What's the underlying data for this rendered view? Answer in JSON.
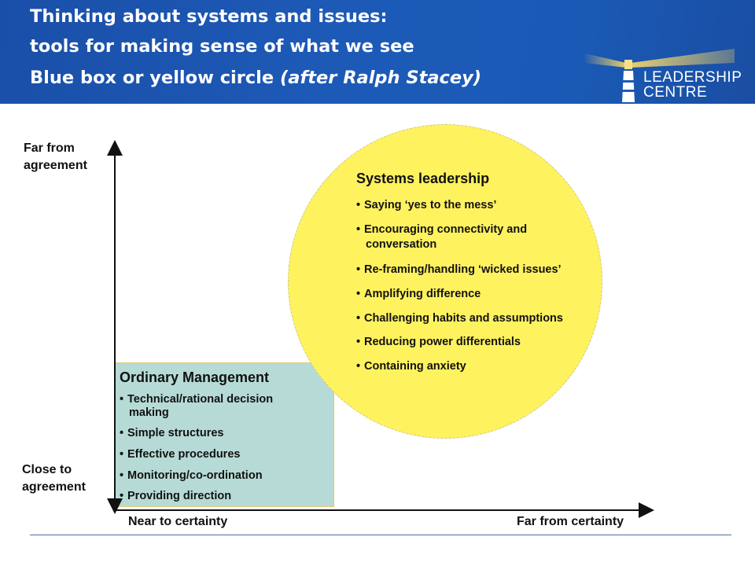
{
  "header": {
    "title_line1": "Thinking about systems and issues:",
    "title_line2": "tools for making sense of what we see",
    "title_line3_main": "Blue box or yellow circle ",
    "title_line3_italic": "(after Ralph Stacey)"
  },
  "logo": {
    "line1": "LEADERSHIP",
    "line2": "CENTRE"
  },
  "diagram": {
    "y_axis": {
      "top_label": "Far from agreement",
      "bottom_label": "Close to agreement"
    },
    "x_axis": {
      "left_label": "Near to certainty",
      "right_label": "Far from certainty"
    },
    "systems_leadership": {
      "heading": "Systems leadership",
      "items": [
        "Saying ‘yes to the mess’",
        "Encouraging connectivity and",
        "conversation",
        "Re-framing/handling ‘wicked issues’",
        "Amplifying difference",
        "Challenging habits and assumptions",
        "Reducing power differentials",
        "Containing anxiety"
      ]
    },
    "ordinary_management": {
      "heading": "Ordinary Management",
      "items": [
        "Technical/rational decision",
        "making",
        "Simple structures",
        "Effective procedures",
        "Monitoring/co-ordination",
        "Providing direction"
      ]
    }
  },
  "colors": {
    "header_bg": "#1d5ab7",
    "circle_fill": "#fff25f",
    "box_fill": "#b6dbd6",
    "logo_beam": "#f3d36a"
  }
}
